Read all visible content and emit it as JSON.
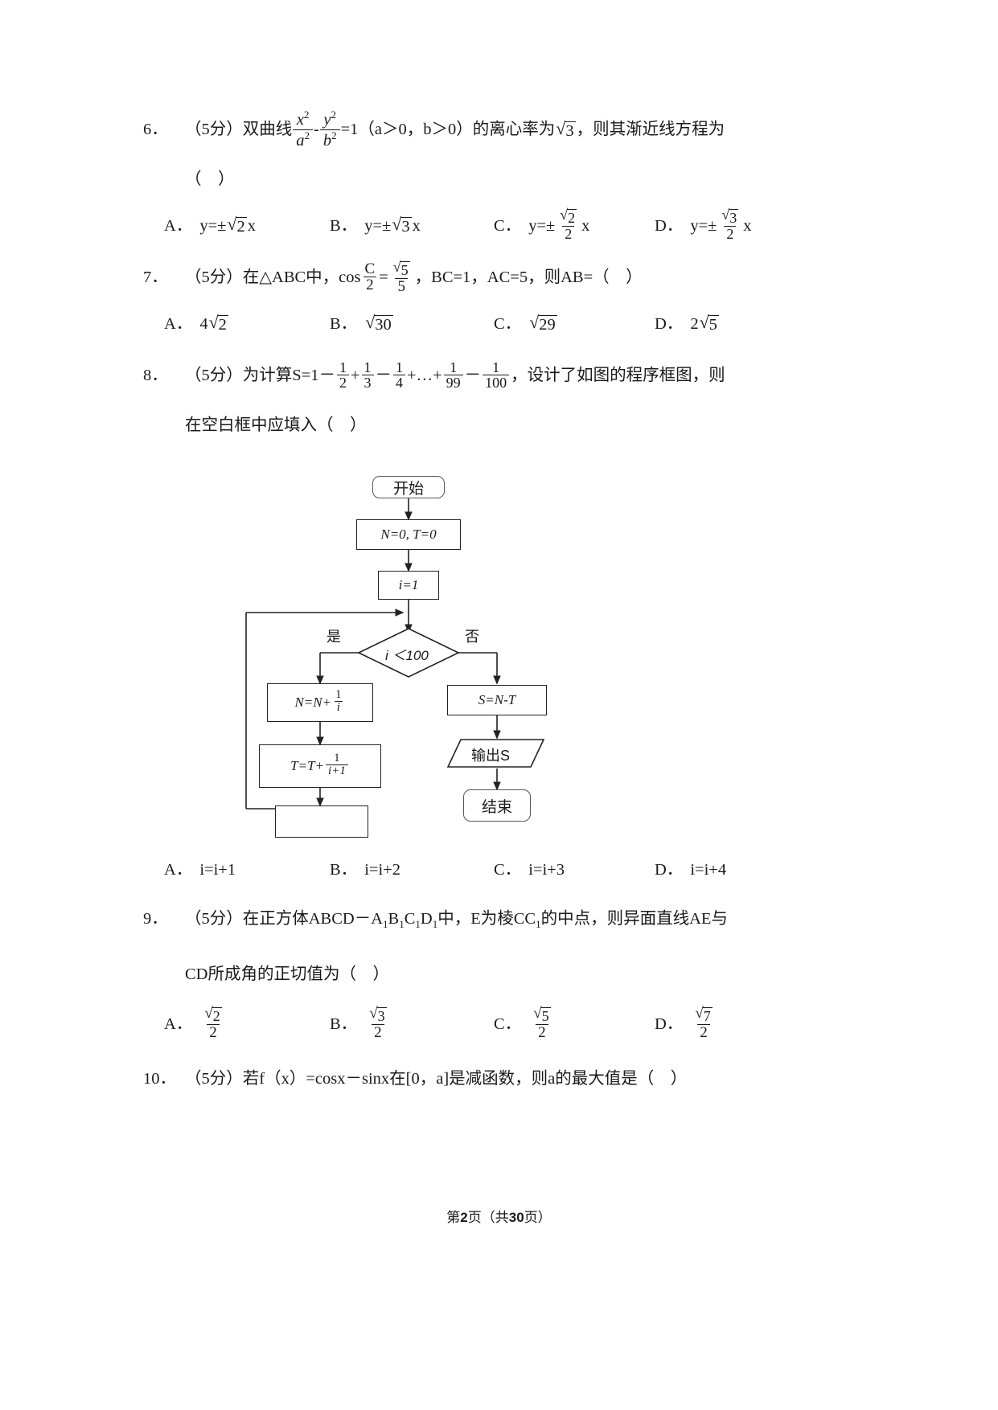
{
  "document": {
    "type": "math-exam-page",
    "footer": {
      "prefix": "第",
      "page": "2",
      "middle": "页（共",
      "total": "30",
      "suffix": "页）"
    }
  },
  "questions": [
    {
      "num": "6．",
      "score": "（5分）",
      "stem_prefix": "双曲线",
      "frac1_num": "x",
      "frac1_num_sup": "2",
      "frac1_den": "a",
      "frac1_den_sup": "2",
      "minus": "-",
      "frac2_num": "y",
      "frac2_num_sup": "2",
      "frac2_den": "b",
      "frac2_den_sup": "2",
      "eq": "=1（a＞0，b＞0）的离心率为",
      "radicand": "3",
      "tail": "，则其渐近线方程为",
      "cont": "（　）",
      "options": [
        {
          "label": "A．",
          "prefix": "y=±",
          "radicand": "2",
          "suffix": "x"
        },
        {
          "label": "B．",
          "prefix": "y=±",
          "radicand": "3",
          "suffix": "x"
        },
        {
          "label": "C．",
          "prefix": "y=±",
          "frac_num_radicand": "2",
          "frac_den": "2",
          "suffix": "x"
        },
        {
          "label": "D．",
          "prefix": "y=±",
          "frac_num_radicand": "3",
          "frac_den": "2",
          "suffix": "x"
        }
      ]
    },
    {
      "num": "7．",
      "score": "（5分）",
      "stem_prefix": "在△ABC中，cos",
      "frac_num": "C",
      "frac_den": "2",
      "equals": "=",
      "frac2_num_radicand": "5",
      "frac2_den": "5",
      "tail": "，BC=1，AC=5，则AB=（　）",
      "options": [
        {
          "label": "A．",
          "prefix": "4",
          "radicand": "2"
        },
        {
          "label": "B．",
          "prefix": "",
          "radicand": "30"
        },
        {
          "label": "C．",
          "prefix": "",
          "radicand": "29"
        },
        {
          "label": "D．",
          "prefix": "2",
          "radicand": "5"
        }
      ]
    },
    {
      "num": "8．",
      "score": "（5分）",
      "stem_prefix": "为计算S=1－",
      "f1n": "1",
      "f1d": "2",
      "op1": "+",
      "f2n": "1",
      "f2d": "3",
      "op2": "－",
      "f3n": "1",
      "f3d": "4",
      "dots": "+…+",
      "f4n": "1",
      "f4d": "99",
      "op3": "－",
      "f5n": "1",
      "f5d": "100",
      "tail": "，设计了如图的程序框图，则",
      "cont": "在空白框中应填入（　）",
      "options": [
        {
          "label": "A．",
          "text": "i=i+1"
        },
        {
          "label": "B．",
          "text": "i=i+2"
        },
        {
          "label": "C．",
          "text": "i=i+3"
        },
        {
          "label": "D．",
          "text": "i=i+4"
        }
      ]
    },
    {
      "num": "9．",
      "score": "（5分）",
      "stem_prefix": "在正方体ABCD－A",
      "sub1": "1",
      "mid1": "B",
      "sub2": "1",
      "mid2": "C",
      "sub3": "1",
      "mid3": "D",
      "sub4": "1",
      "mid4": "中，E为棱CC",
      "sub5": "1",
      "tail": "的中点，则异面直线AE与",
      "cont": "CD所成角的正切值为（　）",
      "options": [
        {
          "label": "A．",
          "num_radicand": "2",
          "den": "2"
        },
        {
          "label": "B．",
          "num_radicand": "3",
          "den": "2"
        },
        {
          "label": "C．",
          "num_radicand": "5",
          "den": "2"
        },
        {
          "label": "D．",
          "num_radicand": "7",
          "den": "2"
        }
      ]
    },
    {
      "num": "10．",
      "score": "（5分）",
      "stem": "若f（x）=cosx－sinx在[0，a]是减函数，则a的最大值是（　）"
    }
  ],
  "flowchart": {
    "nodes": {
      "start": "开始",
      "init": "N=0, T=0",
      "init_i": "i=1",
      "decision": "i ＜100",
      "yes": "是",
      "no": "否",
      "left1_prefix": "N=N+",
      "left1_num": "1",
      "left1_den": "i",
      "left2_prefix": "T=T+",
      "left2_num": "1",
      "left2_den": "i+1",
      "blank": "",
      "right1": "S=N-T",
      "output": "输出S",
      "end": "结束"
    }
  }
}
